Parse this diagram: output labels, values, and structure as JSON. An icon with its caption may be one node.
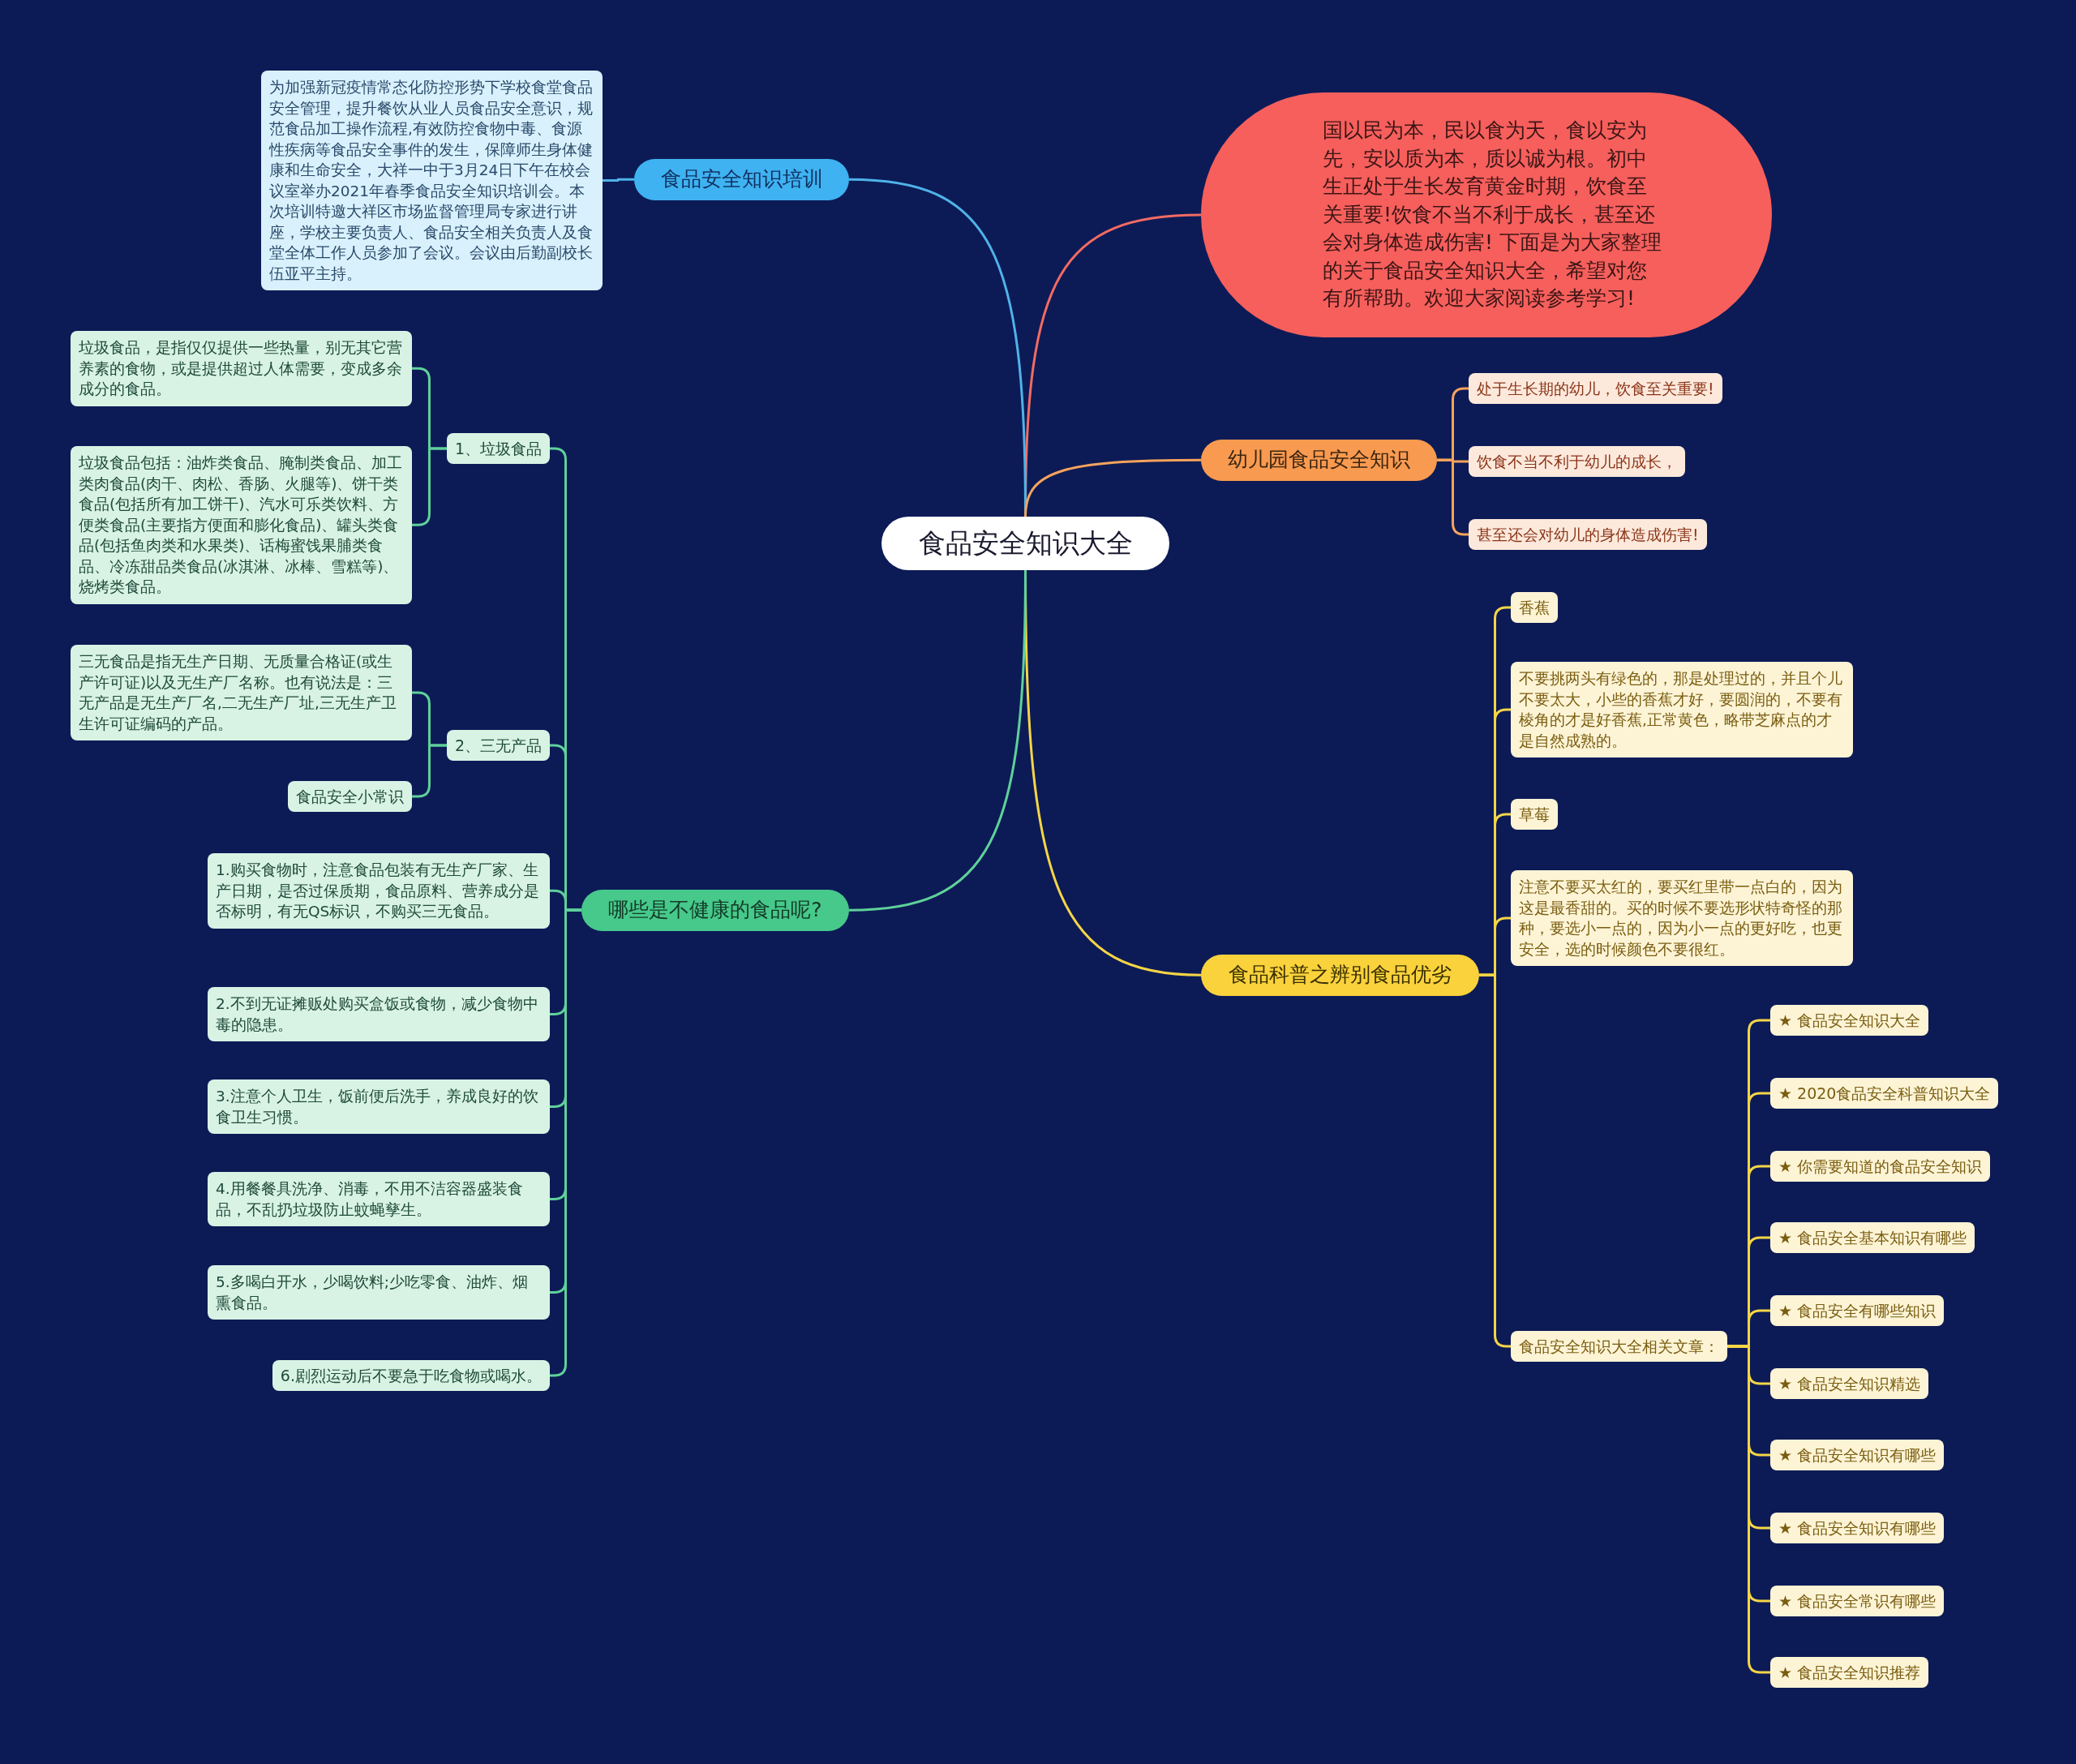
{
  "diagram": {
    "nodes": [
      {
        "text": [
          "食品安全知识大全"
        ]
      },
      {
        "text": [
          "国以民为本，民以食为天，食以安为先，安以质为本，质以诚为根。初中生正处于生长发育黄金时期，饮食至关重要!饮食不当不利于成长，甚至还会对身体造成伤害! 下面是为大家整理的关于食品安全知识大全，希望对您有所帮助。欢迎大家阅读参考学习!"
        ]
      },
      {
        "text": [
          "食品安全知识培训"
        ]
      },
      {
        "text": [
          "为加强新冠疫情常态化防控形势下学校食堂食品安全管理，提升餐饮从业人员食品安全意识，规范食品加工操作流程,有效防控食物中毒、食源性疾病等食品安全事件的发生，保障师生身体健康和生命安全，大祥一中于3月24日下午在校会议室举办2021年春季食品安全知识培训会。本次培训特邀大祥区市场监督管理局专家进行讲座，学校主要负责人、食品安全相关负责人及食堂全体工作人员参加了会议。会议由后勤副校长伍亚平主持。"
        ]
      },
      {
        "text": [
          "幼儿园食品安全知识"
        ]
      },
      {
        "text": [
          "处于生长期的幼儿，饮食至关重要!"
        ]
      },
      {
        "text": [
          "饮食不当不利于幼儿的成长，"
        ]
      },
      {
        "text": [
          "甚至还会对幼儿的身体造成伤害!"
        ]
      },
      {
        "text": [
          "食品科普之辨别食品优劣"
        ]
      },
      {
        "text": [
          "香蕉"
        ]
      },
      {
        "text": [
          "不要挑两头有绿色的，那是处理过的，并且个儿不要太大，小些的香蕉才好，要圆润的，不要有棱角的才是好香蕉,正常黄色，略带芝麻点的才是自然成熟的。"
        ]
      },
      {
        "text": [
          "草莓"
        ]
      },
      {
        "text": [
          "注意不要买太红的，要买红里带一点白的，因为这是最香甜的。买的时候不要选形状特奇怪的那种，要选小一点的，因为小一点的更好吃，也更安全，选的时候颜色不要很红。"
        ]
      },
      {
        "text": [
          "食品安全知识大全相关文章："
        ]
      },
      {
        "text": [
          "★ 食品安全知识大全"
        ]
      },
      {
        "text": [
          "★ 2020食品安全科普知识大全"
        ]
      },
      {
        "text": [
          "★ 你需要知道的食品安全知识"
        ]
      },
      {
        "text": [
          "★ 食品安全基本知识有哪些"
        ]
      },
      {
        "text": [
          "★ 食品安全有哪些知识"
        ]
      },
      {
        "text": [
          "★ 食品安全知识精选"
        ]
      },
      {
        "text": [
          "★ 食品安全知识有哪些"
        ]
      },
      {
        "text": [
          "★ 食品安全知识有哪些"
        ]
      },
      {
        "text": [
          "★ 食品安全常识有哪些"
        ]
      },
      {
        "text": [
          "★ 食品安全知识推荐"
        ]
      },
      {
        "text": [
          "哪些是不健康的食品呢?"
        ]
      },
      {
        "text": [
          "1、垃圾食品"
        ]
      },
      {
        "text": [
          "垃圾食品，是指仅仅提供一些热量，别无其它营养素的食物，或是提供超过人体需要，变成多余成分的食品。"
        ]
      },
      {
        "text": [
          "垃圾食品包括：油炸类食品、腌制类食品、加工类肉食品(肉干、肉松、香肠、火腿等)、饼干类食品(包括所有加工饼干)、汽水可乐类饮料、方便类食品(主要指方便面和膨化食品)、罐头类食品(包括鱼肉类和水果类)、话梅蜜饯果脯类食品、冷冻甜品类食品(冰淇淋、冰棒、雪糕等)、烧烤类食品。"
        ]
      },
      {
        "text": [
          "2、三无产品"
        ]
      },
      {
        "text": [
          "三无食品是指无生产日期、无质量合格证(或生产许可证)以及无生产厂名称。也有说法是：三无产品是无生产厂名,二无生产厂址,三无生产卫生许可证编码的产品。"
        ]
      },
      {
        "text": [
          "食品安全小常识"
        ]
      },
      {
        "text": [
          "1.购买食物时，注意食品包装有无生产厂家、生产日期，是否过保质期，食品原料、营养成分是否标明，有无QS标识，不购买三无食品。"
        ]
      },
      {
        "text": [
          "2.不到无证摊贩处购买盒饭或食物，减少食物中毒的隐患。"
        ]
      },
      {
        "text": [
          "3.注意个人卫生，饭前便后洗手，养成良好的饮食卫生习惯。"
        ]
      },
      {
        "text": [
          "4.用餐餐具洗净、消毒，不用不洁容器盛装食品，不乱扔垃圾防止蚊蝇孳生。"
        ]
      },
      {
        "text": [
          "5.多喝白开水，少喝饮料;少吃零食、油炸、烟熏食品。"
        ]
      },
      {
        "text": [
          "6.剧烈运动后不要急于吃食物或喝水。"
        ]
      }
    ],
    "edges": [
      {
        "from": 0,
        "to": 1,
        "arrow": "none",
        "color": "#f26b63"
      },
      {
        "from": 0,
        "to": 2,
        "arrow": "none",
        "color": "#4fb3e8"
      },
      {
        "from": 2,
        "to": 3,
        "arrow": "none",
        "color": "#4fb3e8"
      },
      {
        "from": 0,
        "to": 4,
        "arrow": "none",
        "color": "#f7a35c"
      },
      {
        "from": 4,
        "to": 5,
        "arrow": "none",
        "color": "#f7a35c"
      },
      {
        "from": 4,
        "to": 6,
        "arrow": "none",
        "color": "#f7a35c"
      },
      {
        "from": 4,
        "to": 7,
        "arrow": "none",
        "color": "#f7a35c"
      },
      {
        "from": 0,
        "to": 8,
        "arrow": "none"
      },
      {
        "from": 8,
        "to": 9,
        "arrow": "none"
      },
      {
        "from": 8,
        "to": 10,
        "arrow": "none"
      },
      {
        "from": 8,
        "to": 11,
        "arrow": "none"
      },
      {
        "from": 8,
        "to": 12,
        "arrow": "none"
      },
      {
        "from": 8,
        "to": 13,
        "arrow": "none"
      },
      {
        "from": 13,
        "to": 14,
        "arrow": "none"
      },
      {
        "from": 13,
        "to": 15,
        "arrow": "none"
      },
      {
        "from": 13,
        "to": 16,
        "arrow": "none"
      },
      {
        "from": 13,
        "to": 17,
        "arrow": "none"
      },
      {
        "from": 13,
        "to": 18,
        "arrow": "none"
      },
      {
        "from": 13,
        "to": 19,
        "arrow": "none"
      },
      {
        "from": 13,
        "to": 20,
        "arrow": "none"
      },
      {
        "from": 13,
        "to": 21,
        "arrow": "none"
      },
      {
        "from": 13,
        "to": 22,
        "arrow": "none"
      },
      {
        "from": 13,
        "to": 23,
        "arrow": "none"
      },
      {
        "from": 0,
        "to": 24,
        "arrow": "none",
        "color": "#5fd19a"
      },
      {
        "from": 24,
        "to": 25,
        "arrow": "none",
        "color": "#5fd19a"
      },
      {
        "from": 25,
        "to": 26,
        "arrow": "none",
        "color": "#5fd19a"
      },
      {
        "from": 25,
        "to": 27,
        "arrow": "none",
        "color": "#5fd19a"
      },
      {
        "from": 24,
        "to": 28,
        "arrow": "none",
        "color": "#5fd19a"
      },
      {
        "from": 28,
        "to": 29,
        "arrow": "none",
        "color": "#5fd19a"
      },
      {
        "from": 28,
        "to": 30,
        "arrow": "none",
        "color": "#5fd19a"
      },
      {
        "from": 24,
        "to": 31,
        "arrow": "none",
        "color": "#5fd19a"
      },
      {
        "from": 24,
        "to": 32,
        "arrow": "none",
        "color": "#5fd19a"
      },
      {
        "from": 24,
        "to": 33,
        "arrow": "none",
        "color": "#5fd19a"
      },
      {
        "from": 24,
        "to": 34,
        "arrow": "none",
        "color": "#5fd19a"
      },
      {
        "from": 24,
        "to": 35,
        "arrow": "none",
        "color": "#5fd19a"
      },
      {
        "from": 24,
        "to": 36,
        "arrow": "none",
        "color": "#5fd19a"
      }
    ]
  }
}
